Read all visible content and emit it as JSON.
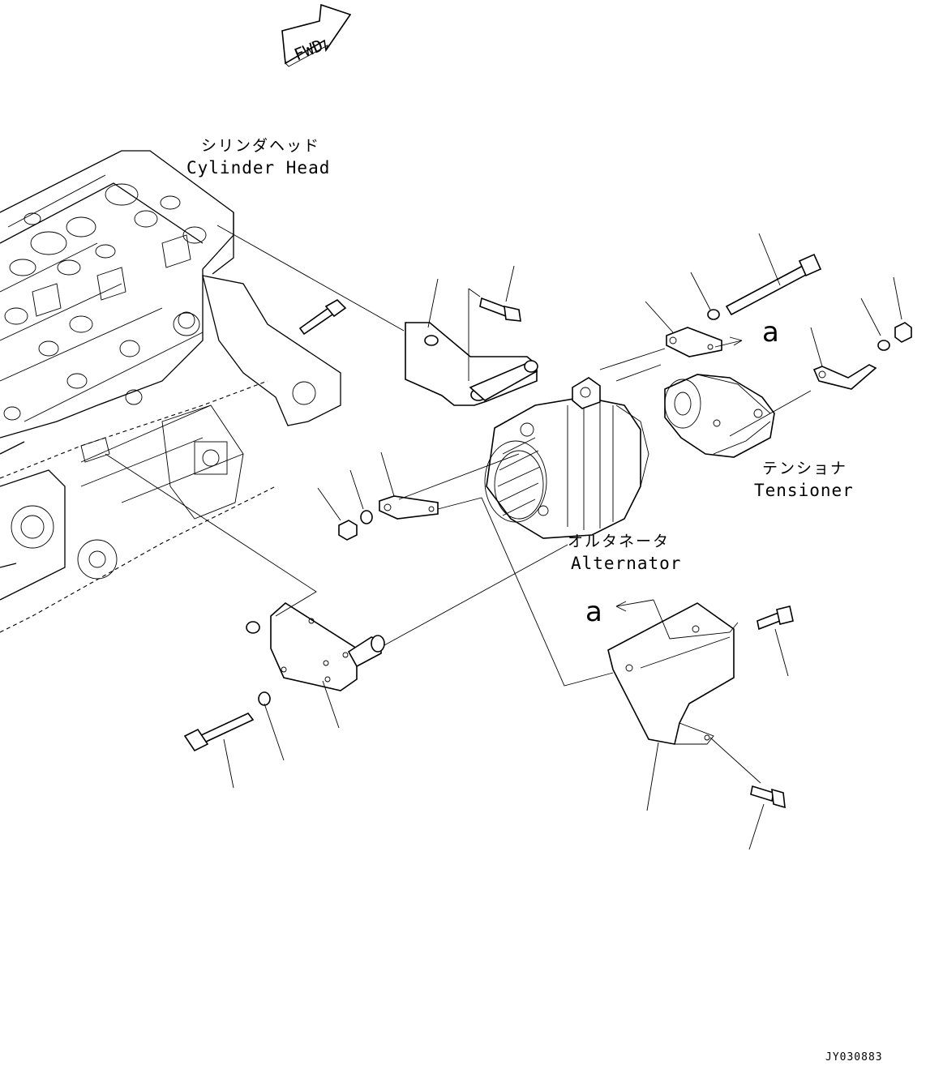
{
  "fwd_label": "FWD",
  "labels": {
    "cylinder_head_jp": "シリンダヘッド",
    "cylinder_head_en": "Cylinder Head",
    "tensioner_jp": "テンショナ",
    "tensioner_en": "Tensioner",
    "alternator_jp": "オルタネータ",
    "alternator_en": "Alternator",
    "ref_a_top": "a",
    "ref_a_bottom": "a"
  },
  "drawing_code": "JY030883"
}
